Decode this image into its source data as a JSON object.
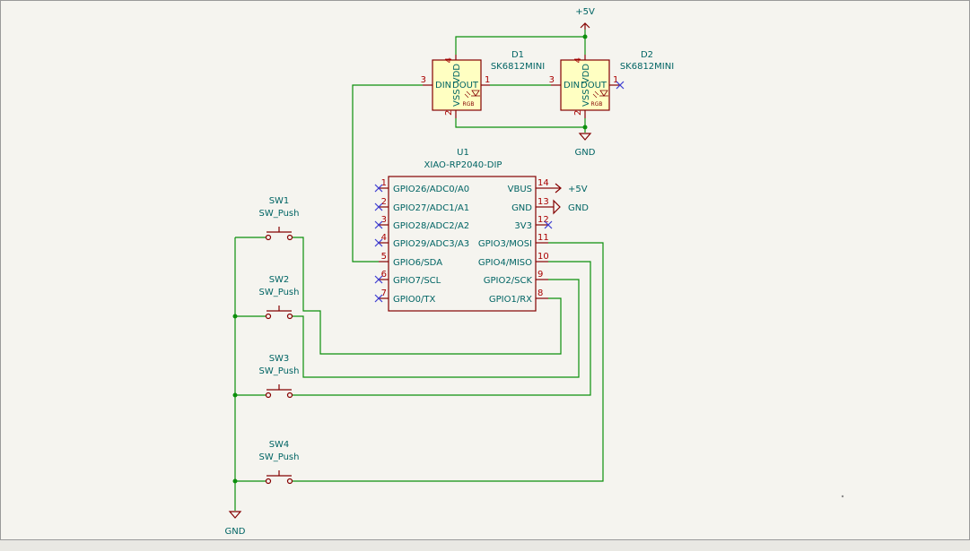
{
  "power": {
    "vcc_top": "+5V",
    "gnd_led": "GND",
    "gnd_bottom": "GND"
  },
  "led1": {
    "ref": "D1",
    "value": "SK6812MINI",
    "vdd": "VDD",
    "vss": "VSS",
    "din": "DIN",
    "dout": "DOUT",
    "rgb": "RGB",
    "pin_din": "3",
    "pin_dout": "1",
    "pin_vdd": "4",
    "pin_vss": "2"
  },
  "led2": {
    "ref": "D2",
    "value": "SK6812MINI",
    "vdd": "VDD",
    "vss": "VSS",
    "din": "DIN",
    "dout": "DOUT",
    "rgb": "RGB",
    "pin_din": "3",
    "pin_dout": "1",
    "pin_vdd": "4",
    "pin_vss": "2"
  },
  "mcu": {
    "ref": "U1",
    "value": "XIAO-RP2040-DIP",
    "left_pins": [
      {
        "num": "1",
        "name": "GPIO26/ADC0/A0"
      },
      {
        "num": "2",
        "name": "GPIO27/ADC1/A1"
      },
      {
        "num": "3",
        "name": "GPIO28/ADC2/A2"
      },
      {
        "num": "4",
        "name": "GPIO29/ADC3/A3"
      },
      {
        "num": "5",
        "name": "GPIO6/SDA"
      },
      {
        "num": "6",
        "name": "GPIO7/SCL"
      },
      {
        "num": "7",
        "name": "GPIO0/TX"
      }
    ],
    "right_pins": [
      {
        "num": "14",
        "name": "VBUS"
      },
      {
        "num": "13",
        "name": "GND"
      },
      {
        "num": "12",
        "name": "3V3"
      },
      {
        "num": "11",
        "name": "GPIO3/MOSI"
      },
      {
        "num": "10",
        "name": "GPIO4/MISO"
      },
      {
        "num": "9",
        "name": "GPIO2/SCK"
      },
      {
        "num": "8",
        "name": "GPIO1/RX"
      }
    ],
    "vbus_label": "+5V",
    "gnd_label": "GND"
  },
  "switches": [
    {
      "ref": "SW1",
      "value": "SW_Push"
    },
    {
      "ref": "SW2",
      "value": "SW_Push"
    },
    {
      "ref": "SW3",
      "value": "SW_Push"
    },
    {
      "ref": "SW4",
      "value": "SW_Push"
    }
  ],
  "colors": {
    "background": "#f5f4ef",
    "wire": "#0c8f0c",
    "symbol_outline": "#840000",
    "symbol_fill": "#ffffc2",
    "text": "#006464",
    "pin_number": "#a90000",
    "no_connect": "#3b3bd1"
  }
}
